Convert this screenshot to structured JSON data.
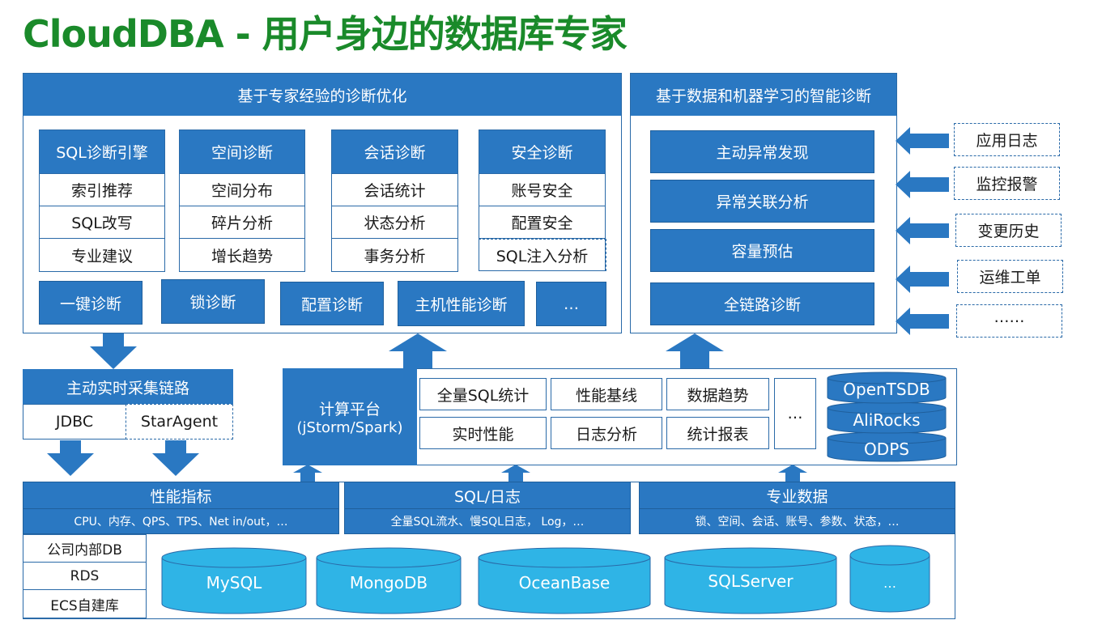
{
  "title": "CloudDBA - 用户身边的数据库专家",
  "expert_panel": {
    "header": "基于专家经验的诊断优化",
    "columns": [
      {
        "title": "SQL诊断引擎",
        "items": [
          "索引推荐",
          "SQL改写",
          "专业建议"
        ]
      },
      {
        "title": "空间诊断",
        "items": [
          "空间分布",
          "碎片分析",
          "增长趋势"
        ]
      },
      {
        "title": "会话诊断",
        "items": [
          "会话统计",
          "状态分析",
          "事务分析"
        ]
      },
      {
        "title": "安全诊断",
        "items": [
          "账号安全",
          "配置安全",
          "SQL注入分析"
        ]
      }
    ],
    "bottom_buttons": [
      "一键诊断",
      "锁诊断",
      "配置诊断",
      "主机性能诊断",
      "…"
    ]
  },
  "ml_panel": {
    "header": "基于数据和机器学习的智能诊断",
    "items": [
      "主动异常发现",
      "异常关联分析",
      "容量预估",
      "全链路诊断"
    ]
  },
  "inputs": [
    "应用日志",
    "监控报警",
    "变更历史",
    "运维工单",
    "……"
  ],
  "collector": {
    "title": "主动实时采集链路",
    "items": [
      "JDBC",
      "StarAgent"
    ]
  },
  "compute": {
    "title_line1": "计算平台",
    "title_line2": "(jStorm/Spark)",
    "grid": [
      [
        "全量SQL统计",
        "性能基线",
        "数据趋势"
      ],
      [
        "实时性能",
        "日志分析",
        "统计报表"
      ]
    ],
    "more": "…",
    "storage": [
      "OpenTSDB",
      "AliRocks",
      "ODPS"
    ]
  },
  "data_categories": [
    {
      "title": "性能指标",
      "subtitle": "CPU、内存、QPS、TPS、Net in/out，…"
    },
    {
      "title": "SQL/日志",
      "subtitle": "全量SQL流水、慢SQL日志， Log，…"
    },
    {
      "title": "专业数据",
      "subtitle": "锁、空间、会话、账号、参数、状态，…"
    }
  ],
  "deployments": [
    "公司内部DB",
    "RDS",
    "ECS自建库"
  ],
  "databases": [
    "MySQL",
    "MongoDB",
    "OceanBase",
    "SQLServer",
    "…"
  ],
  "colors": {
    "title_green": "#1a8a2a",
    "primary_blue": "#2a78c2",
    "border_blue": "#2a6aa8",
    "cylinder_cyan": "#2fb4e6"
  }
}
